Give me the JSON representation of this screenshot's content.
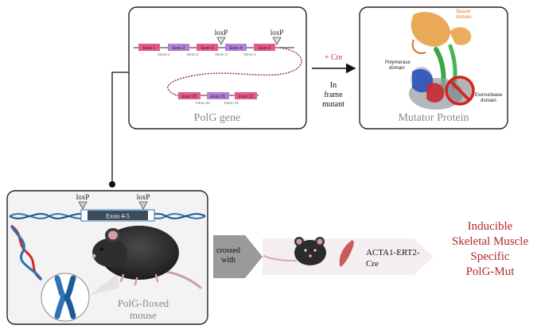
{
  "gene_panel": {
    "caption": "PolG gene",
    "exons_top": [
      "Exon 1",
      "Exon 2",
      "Exon 3",
      "Exon 4",
      "Exon 5"
    ],
    "introns_top": [
      "Intron 1",
      "Intron 2",
      "Intron 3",
      "Intron 4"
    ],
    "exons_bottom": [
      "Exon 20",
      "Exon 21",
      "Exon 22"
    ],
    "introns_bottom": [
      "Intron 20",
      "Intron 21"
    ],
    "loxp_left": "loxP",
    "loxp_right": "loxP"
  },
  "arrow": {
    "cre_label": "+ Cre",
    "result_label": [
      "In",
      "frame",
      "mutant"
    ]
  },
  "protein_panel": {
    "caption": "Mutator Protein",
    "spacer_label": [
      "Spacer",
      "domain"
    ],
    "polymerase_label": [
      "Polymerase",
      "domain"
    ],
    "exonuclease_label": [
      "Exonuclease",
      "domain"
    ]
  },
  "mouse_panel": {
    "loxp_left": "loxP",
    "loxp_right": "loxP",
    "exon_block": "Exon 4-5",
    "caption": [
      "PolG-floxed",
      "mouse"
    ]
  },
  "cross": {
    "label": [
      "crossed",
      "with"
    ],
    "transgene": [
      "ACTA1-ERT2-",
      "Cre"
    ]
  },
  "result": {
    "lines": [
      "Inducible",
      "Skeletal Muscle",
      "Specific",
      "PolG-Mut"
    ]
  },
  "colors": {
    "exon_pink": "#e8588a",
    "exon_purple": "#b07fd6",
    "result_red": "#b3272b",
    "helix_blue": "#2d73b5"
  }
}
